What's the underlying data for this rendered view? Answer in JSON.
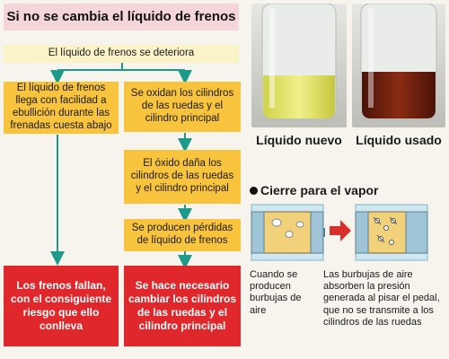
{
  "title": "Si no se cambia el líquido de frenos",
  "flow": {
    "start": "El líquido de frenos se deteriora",
    "left_yellow": "El líquido de frenos llega con facilidad a ebullición durante las frenadas cuesta abajo",
    "mid_1": "Se oxidan los cilindros de las ruedas y el cilindro principal",
    "mid_2": "El óxido daña los cilindros de las ruedas y el cilindro principal",
    "mid_3": "Se producen pérdidas de líquido de frenos",
    "left_red": "Los frenos fallan, con el consiguiente riesgo que ello conlleva",
    "right_red": "Se hace necesario cambiar los cilindros de las ruedas y el cilindro principal"
  },
  "photos": {
    "new_label": "Líquido nuevo",
    "used_label": "Líquido usado"
  },
  "vapor": {
    "heading": "Cierre para el vapor",
    "left_caption": "Cuando se producen burbujas de aire",
    "right_caption": "Las burbujas de aire absorben la presión generada al pisar el pedal, que no se transmite a los cilindros de las ruedas"
  },
  "colors": {
    "arrow": "#1e9a8a",
    "red_box": "#e0282c",
    "yellow_box": "#f8c33d"
  }
}
